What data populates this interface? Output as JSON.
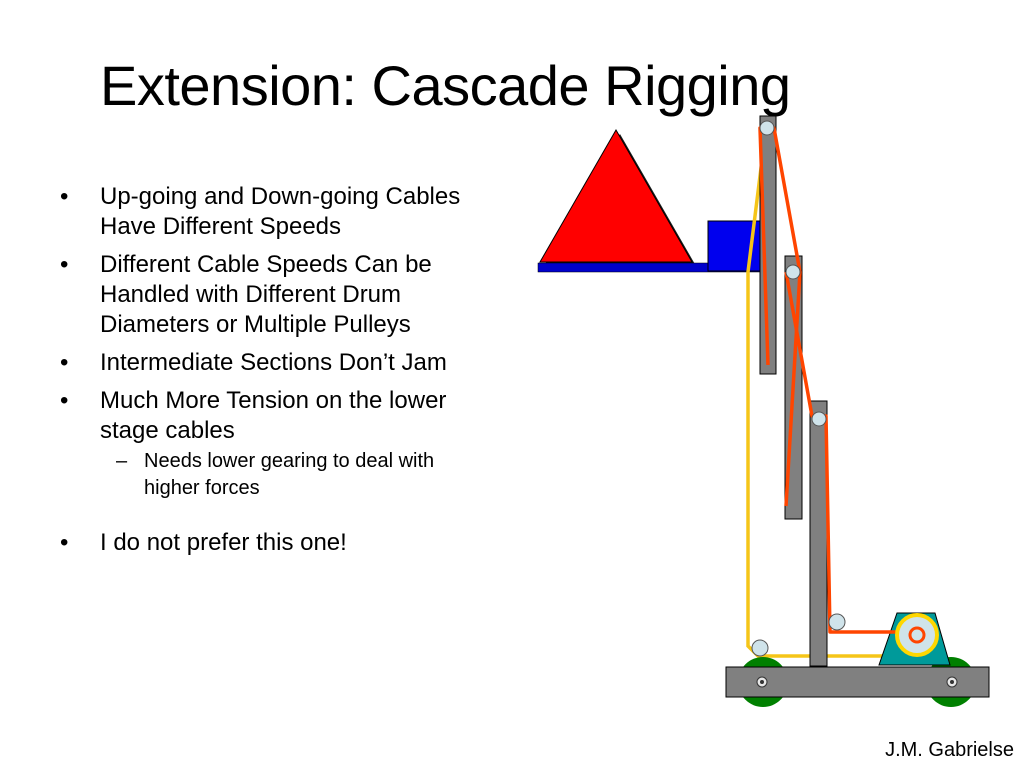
{
  "slide": {
    "title": "Extension: Cascade Rigging",
    "bullets": [
      {
        "level": 1,
        "marker": "•",
        "text": "Up-going and Down-going Cables Have Different Speeds"
      },
      {
        "level": 1,
        "marker": "•",
        "text": "Different Cable Speeds Can be Handled with Different Drum Diameters or Multiple Pulleys"
      },
      {
        "level": 1,
        "marker": "•",
        "text": "Intermediate Sections Don’t Jam"
      },
      {
        "level": 1,
        "marker": "•",
        "text": "Much More Tension on the lower stage cables"
      },
      {
        "level": 2,
        "marker": "–",
        "text": "Needs lower gearing to deal with higher forces"
      },
      {
        "level": 1,
        "marker": "•",
        "text": "I do not prefer this one!"
      }
    ],
    "author": "J.M. Gabrielse"
  },
  "diagram": {
    "colors": {
      "triangle": "#ff0000",
      "gripper_block": "#0000ee",
      "gripper_arm": "#0000cc",
      "stage": "#808080",
      "cable_lift": "#ff4500",
      "cable_return": "#f5c518",
      "pulley_fill": "#cfe3ea",
      "wheel": "#008000",
      "motor": "#009a9a",
      "drum_ring": "#ffd700"
    }
  }
}
